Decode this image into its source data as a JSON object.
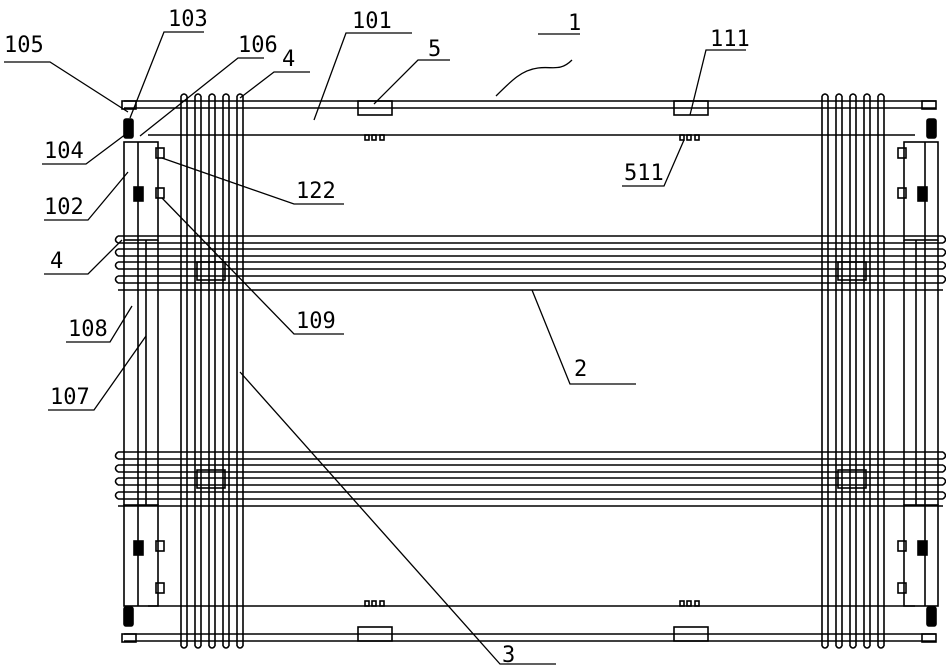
{
  "colors": {
    "ink": "#000000",
    "paper": "#ffffff"
  },
  "labels": {
    "l1": "1",
    "l2": "2",
    "l3": "3",
    "l4a": "4",
    "l4b": "4",
    "l5": "5",
    "l101": "101",
    "l102": "102",
    "l103": "103",
    "l104": "104",
    "l105": "105",
    "l106": "106",
    "l107": "107",
    "l108": "108",
    "l109": "109",
    "l111": "111",
    "l122": "122",
    "l511": "511"
  }
}
